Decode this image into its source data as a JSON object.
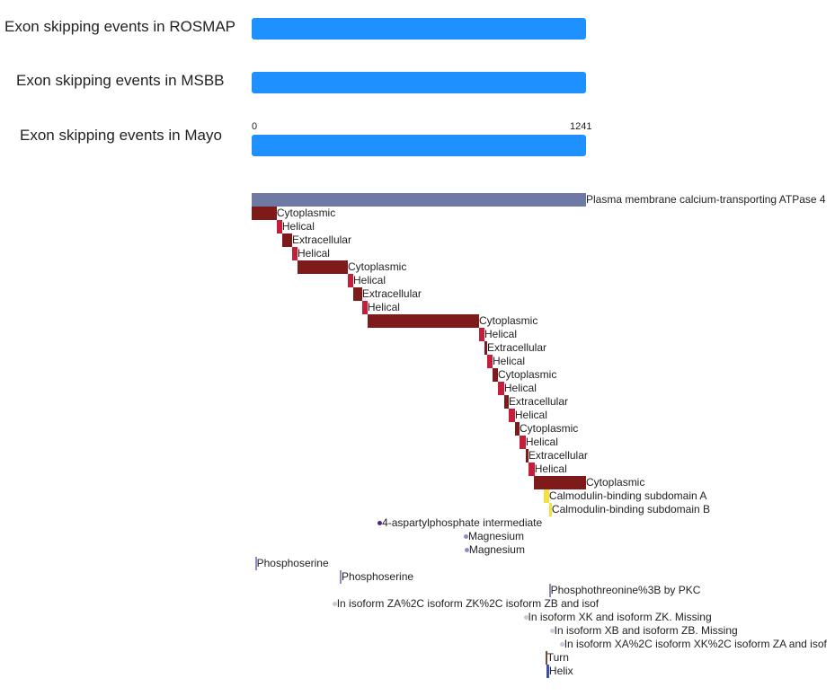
{
  "tracks": [
    {
      "label": "Exon skipping events in ROSMAP"
    },
    {
      "label": "Exon skipping events in MSBB"
    },
    {
      "label": "Exon skipping events in Mayo"
    }
  ],
  "axis": {
    "min": "0",
    "max": "1241",
    "length": 1241
  },
  "colors": {
    "bar": "#1e90ff",
    "chain": "#6e7aa3",
    "topo_dark": "#7f1a1a",
    "helical": "#c41e3a",
    "calmodulin": "#f5e13a",
    "active": "#4b2a7a",
    "metal": "#9b86c4",
    "modres": "#9b86c4",
    "variant": "#c9c9d9",
    "turn": "#7a4a2a",
    "helix": "#3b4fa8"
  },
  "features": [
    {
      "label": "Plasma membrane calcium-transporting ATPase 4",
      "type": "chain",
      "start": 1,
      "end": 1241
    },
    {
      "label": "Cytoplasmic",
      "type": "topo_dark",
      "start": 1,
      "end": 93
    },
    {
      "label": "Helical",
      "type": "helical",
      "start": 93,
      "end": 113
    },
    {
      "label": "Extracellular",
      "type": "topo_dark",
      "start": 113,
      "end": 150
    },
    {
      "label": "Helical",
      "type": "helical",
      "start": 150,
      "end": 170
    },
    {
      "label": "Cytoplasmic",
      "type": "topo_dark",
      "start": 170,
      "end": 357
    },
    {
      "label": "Helical",
      "type": "helical",
      "start": 357,
      "end": 377
    },
    {
      "label": "Extracellular",
      "type": "topo_dark",
      "start": 377,
      "end": 410
    },
    {
      "label": "Helical",
      "type": "helical",
      "start": 410,
      "end": 430
    },
    {
      "label": "Cytoplasmic",
      "type": "topo_dark",
      "start": 430,
      "end": 844
    },
    {
      "label": "Helical",
      "type": "helical",
      "start": 844,
      "end": 864
    },
    {
      "label": "Extracellular",
      "type": "topo_dark",
      "start": 864,
      "end": 874
    },
    {
      "label": "Helical",
      "type": "helical",
      "start": 874,
      "end": 894
    },
    {
      "label": "Cytoplasmic",
      "type": "topo_dark",
      "start": 894,
      "end": 914
    },
    {
      "label": "Helical",
      "type": "helical",
      "start": 914,
      "end": 937
    },
    {
      "label": "Extracellular",
      "type": "topo_dark",
      "start": 937,
      "end": 954
    },
    {
      "label": "Helical",
      "type": "helical",
      "start": 954,
      "end": 977
    },
    {
      "label": "Cytoplasmic",
      "type": "topo_dark",
      "start": 977,
      "end": 994
    },
    {
      "label": "Helical",
      "type": "helical",
      "start": 994,
      "end": 1017
    },
    {
      "label": "Extracellular",
      "type": "topo_dark",
      "start": 1017,
      "end": 1027
    },
    {
      "label": "Helical",
      "type": "helical",
      "start": 1027,
      "end": 1050
    },
    {
      "label": "Cytoplasmic",
      "type": "topo_dark",
      "start": 1050,
      "end": 1241
    },
    {
      "label": "Calmodulin-binding subdomain A",
      "type": "calmodulin",
      "start": 1084,
      "end": 1104
    },
    {
      "label": "Calmodulin-binding subdomain B",
      "type": "calmodulin",
      "start": 1104,
      "end": 1114
    },
    {
      "label": "4-aspartylphosphate intermediate",
      "type": "active",
      "start": 475,
      "end": 475,
      "shape": "dot"
    },
    {
      "label": "Magnesium",
      "type": "metal",
      "start": 795,
      "end": 795,
      "shape": "dot"
    },
    {
      "label": "Magnesium",
      "type": "metal",
      "start": 798,
      "end": 798,
      "shape": "dot"
    },
    {
      "label": "Phosphoserine",
      "type": "modres",
      "start": 13,
      "end": 13,
      "shape": "line"
    },
    {
      "label": "Phosphoserine",
      "type": "modres",
      "start": 328,
      "end": 328,
      "shape": "line"
    },
    {
      "label": "Phosphothreonine%3B by PKC",
      "type": "modres",
      "start": 1104,
      "end": 1104,
      "shape": "line"
    },
    {
      "label": "In isoform ZA%2C isoform ZK%2C isoform ZB and isof",
      "type": "variant",
      "start": 307,
      "end": 307,
      "shape": "dot"
    },
    {
      "label": "In isoform XK and isoform ZK. Missing",
      "type": "variant",
      "start": 1017,
      "end": 1017,
      "shape": "dot"
    },
    {
      "label": "In isoform XB and isoform ZB. Missing",
      "type": "variant",
      "start": 1114,
      "end": 1114,
      "shape": "dot"
    },
    {
      "label": "In isoform XA%2C isoform XK%2C isoform ZA and isof",
      "type": "variant",
      "start": 1151,
      "end": 1151,
      "shape": "dot"
    },
    {
      "label": "Turn",
      "type": "turn",
      "start": 1091,
      "end": 1091,
      "shape": "line"
    },
    {
      "label": "Helix",
      "type": "helix",
      "start": 1094,
      "end": 1104
    }
  ]
}
